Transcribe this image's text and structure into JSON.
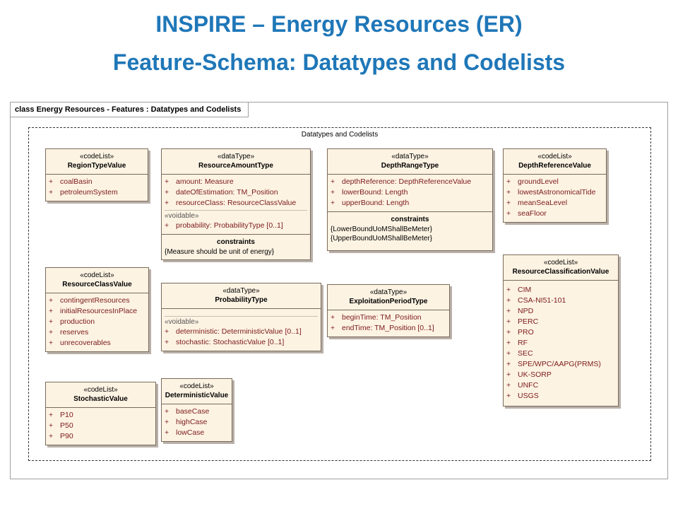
{
  "title_line1": "INSPIRE – Energy Resources (ER)",
  "title_line2": "Feature-Schema: Datatypes and Codelists",
  "frame_label": "class Energy Resources - Features : Datatypes and Codelists",
  "package_label": "Datatypes and Codelists",
  "voidable_label": "«voidable»",
  "constraints_label": "constraints",
  "classes": {
    "region_type_value": {
      "stereotype": "«codeList»",
      "name": "RegionTypeValue",
      "attrs": [
        "coalBasin",
        "petroleumSystem"
      ]
    },
    "resource_amount_type": {
      "stereotype": "«dataType»",
      "name": "ResourceAmountType",
      "attrs": [
        "amount:  Measure",
        "dateOfEstimation:  TM_Position",
        "resourceClass:  ResourceClassValue"
      ],
      "voidable_attrs": [
        "probability:  ProbabilityType [0..1]"
      ],
      "constraints": [
        "{Measure should be unit of energy}"
      ]
    },
    "depth_range_type": {
      "stereotype": "«dataType»",
      "name": "DepthRangeType",
      "attrs": [
        "depthReference:  DepthReferenceValue",
        "lowerBound:  Length",
        "upperBound:  Length"
      ],
      "constraints": [
        "{LowerBoundUoMShallBeMeter}",
        "{UpperBoundUoMShallBeMeter}"
      ]
    },
    "depth_reference_value": {
      "stereotype": "«codeList»",
      "name": "DepthReferenceValue",
      "attrs": [
        "groundLevel",
        "lowestAstronomicalTide",
        "meanSeaLevel",
        "seaFloor"
      ]
    },
    "resource_class_value": {
      "stereotype": "«codeList»",
      "name": "ResourceClassValue",
      "attrs": [
        "contingentResources",
        "initialResourcesInPlace",
        "production",
        "reserves",
        "unrecoverables"
      ]
    },
    "probability_type": {
      "stereotype": "«dataType»",
      "name": "ProbabilityType",
      "voidable_attrs": [
        "deterministic:  DeterministicValue [0..1]",
        "stochastic:  StochasticValue [0..1]"
      ]
    },
    "exploitation_period_type": {
      "stereotype": "«dataType»",
      "name": "ExploitationPeriodType",
      "attrs": [
        "beginTime:  TM_Position",
        "endTime:  TM_Position [0..1]"
      ]
    },
    "resource_classification_value": {
      "stereotype": "«codeList»",
      "name": "ResourceClassificationValue",
      "attrs": [
        "CIM",
        "CSA-NI51-101",
        "NPD",
        "PERC",
        "PRO",
        "RF",
        "SEC",
        "SPE/WPC/AAPG(PRMS)",
        "UK-SORP",
        "UNFC",
        "USGS"
      ]
    },
    "stochastic_value": {
      "stereotype": "«codeList»",
      "name": "StochasticValue",
      "attrs": [
        "P10",
        "P50",
        "P90"
      ]
    },
    "deterministic_value": {
      "stereotype": "«codeList»",
      "name": "DeterministicValue",
      "attrs": [
        "baseCase",
        "highCase",
        "lowCase"
      ]
    }
  }
}
